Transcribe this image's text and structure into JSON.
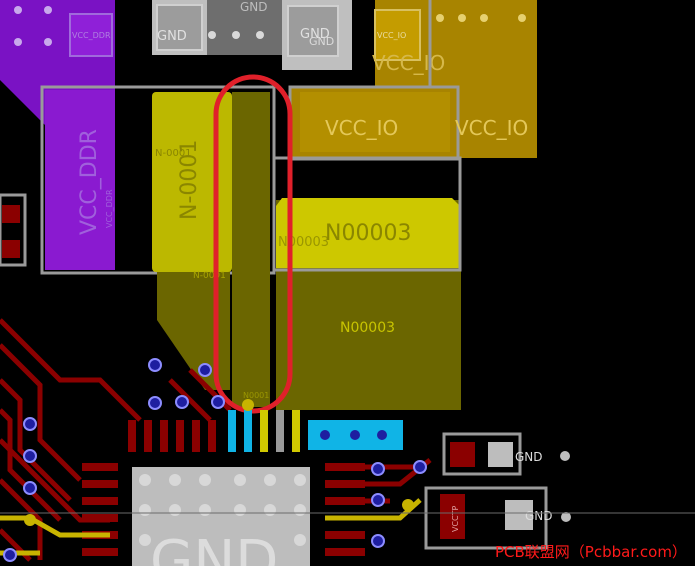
{
  "colors": {
    "background": "#000000",
    "purple_plane": "#8a1ad0",
    "yellow_plane": "#c6c200",
    "olive_plane": "#6b6600",
    "gold_plane": "#b38f00",
    "pad_gray": "#b8b8b8",
    "trace_red": "#8b0000",
    "trace_yellow": "#c8b400",
    "cyan_pad": "#10b4e6",
    "via_blue": "#1e1ea0",
    "highlight_red": "#e0202a",
    "watermark_red": "#ff1a1a"
  },
  "labels": {
    "gnd_top_left": "GND",
    "gnd_top_center": "GND",
    "gnd_top_right": "GND",
    "gnd_top_right_b": "GND",
    "vcc_io_small": "VCC_IO",
    "vcc_io_top": "VCC_IO",
    "vcc_io_mid": "VCC_IO",
    "vcc_io_right": "VCC_IO",
    "vcc_ddr_small": "VCC_DDR",
    "vcc_ddr_big": "VCC_DDR",
    "vcc_ddr_bottom": "VCC_DDR",
    "n0001_small": "N-0001",
    "n0001_big": "N-0001",
    "n0001_bottom": "N-0001",
    "n00003_small": "N00003",
    "n00003_big": "N00003",
    "n00003_lower": "N00003",
    "gnd_right_1": "GND",
    "gnd_right_2": "GND",
    "vcctp": "VCCTP",
    "gnd_big": "GND",
    "small_pad_label": "N0001"
  },
  "watermark": "PCB联盟网（Pcbbar.com）"
}
